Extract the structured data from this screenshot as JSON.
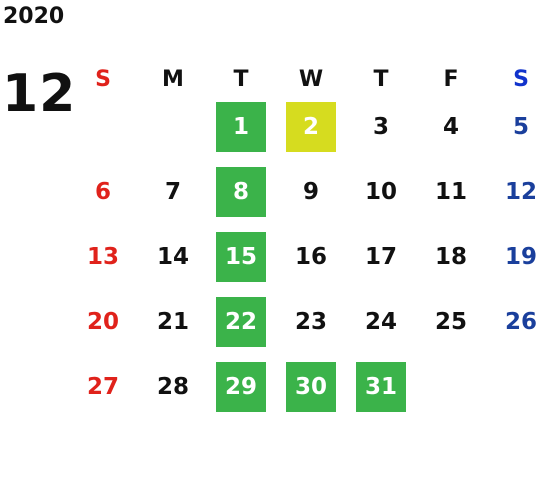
{
  "year": "2020",
  "month": "12",
  "weekdays": [
    "S",
    "M",
    "T",
    "W",
    "T",
    "F",
    "S"
  ],
  "colors": {
    "sunday": "#e0221b",
    "saturday": "#1a3f9c",
    "highlight_green": "#3bb34a",
    "highlight_yellow": "#d6dc1f"
  },
  "weeks": [
    [
      {
        "day": "",
        "mark": ""
      },
      {
        "day": "",
        "mark": ""
      },
      {
        "day": "1",
        "mark": "green"
      },
      {
        "day": "2",
        "mark": "yellow"
      },
      {
        "day": "3",
        "mark": ""
      },
      {
        "day": "4",
        "mark": ""
      },
      {
        "day": "5",
        "mark": ""
      }
    ],
    [
      {
        "day": "6",
        "mark": ""
      },
      {
        "day": "7",
        "mark": ""
      },
      {
        "day": "8",
        "mark": "green"
      },
      {
        "day": "9",
        "mark": ""
      },
      {
        "day": "10",
        "mark": ""
      },
      {
        "day": "11",
        "mark": ""
      },
      {
        "day": "12",
        "mark": ""
      }
    ],
    [
      {
        "day": "13",
        "mark": ""
      },
      {
        "day": "14",
        "mark": ""
      },
      {
        "day": "15",
        "mark": "green"
      },
      {
        "day": "16",
        "mark": ""
      },
      {
        "day": "17",
        "mark": ""
      },
      {
        "day": "18",
        "mark": ""
      },
      {
        "day": "19",
        "mark": ""
      }
    ],
    [
      {
        "day": "20",
        "mark": ""
      },
      {
        "day": "21",
        "mark": ""
      },
      {
        "day": "22",
        "mark": "green"
      },
      {
        "day": "23",
        "mark": ""
      },
      {
        "day": "24",
        "mark": ""
      },
      {
        "day": "25",
        "mark": ""
      },
      {
        "day": "26",
        "mark": ""
      }
    ],
    [
      {
        "day": "27",
        "mark": ""
      },
      {
        "day": "28",
        "mark": ""
      },
      {
        "day": "29",
        "mark": "green"
      },
      {
        "day": "30",
        "mark": "green"
      },
      {
        "day": "31",
        "mark": "green"
      },
      {
        "day": "",
        "mark": ""
      },
      {
        "day": "",
        "mark": ""
      }
    ]
  ]
}
